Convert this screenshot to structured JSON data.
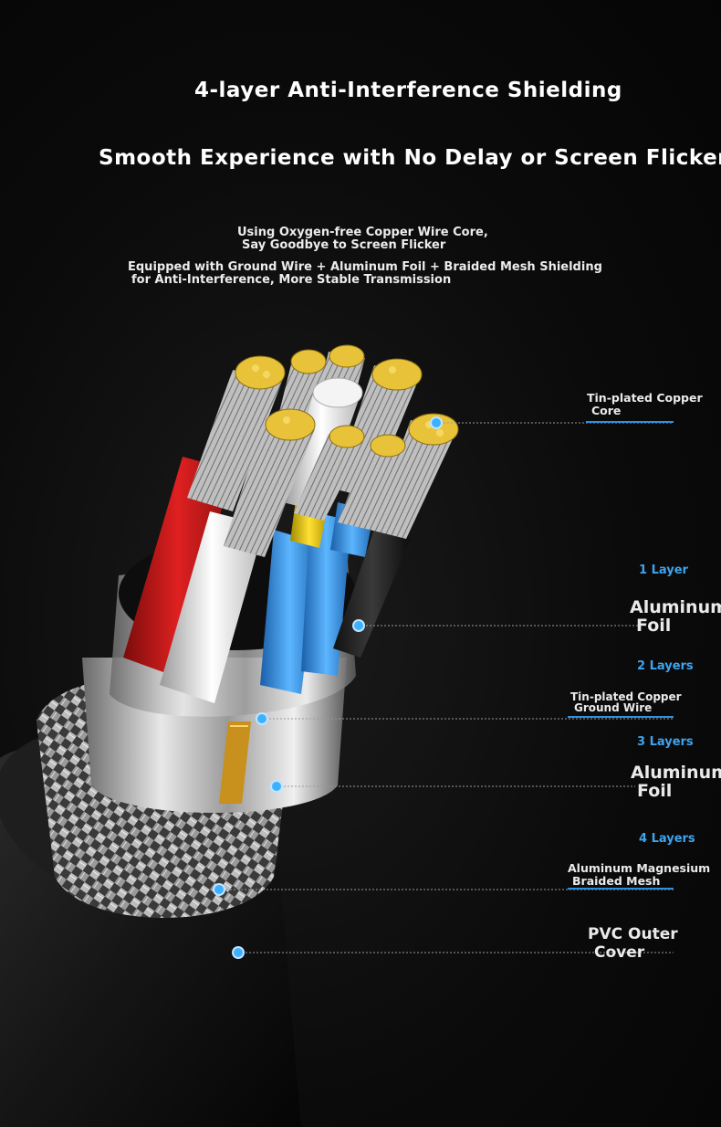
{
  "header": {
    "title": "4-layer Anti-Interference Shielding",
    "subtitle": "Smooth Experience with No Delay or Screen Flicker"
  },
  "intro": {
    "line1a": "Using Oxygen-free Copper Wire Core,",
    "line1b": "Say Goodbye to Screen Flicker",
    "line2a": "Equipped with Ground Wire + Aluminum Foil + Braided Mesh Shielding",
    "line2b": "for Anti-Interference, More Stable Transmission"
  },
  "callouts": {
    "core": {
      "line1": "Tin-plated Copper",
      "line2": "Core"
    },
    "layer1": {
      "tag": "1 Layer",
      "line1": "Aluminum",
      "line2": "Foil"
    },
    "layer2": {
      "tag": "2 Layers",
      "line1": "Tin-plated Copper",
      "line2": "Ground Wire"
    },
    "layer3": {
      "tag": "3 Layers",
      "line1": "Aluminum",
      "line2": "Foil"
    },
    "layer4": {
      "tag": "4 Layers",
      "line1": "Aluminum Magnesium",
      "line2": "Braided Mesh"
    },
    "outer": {
      "line1": "PVC Outer",
      "line2": "Cover"
    }
  },
  "colors": {
    "accent": "#2f8fe0",
    "dot": "#3fb0ff",
    "background": "#0a0a0a"
  }
}
